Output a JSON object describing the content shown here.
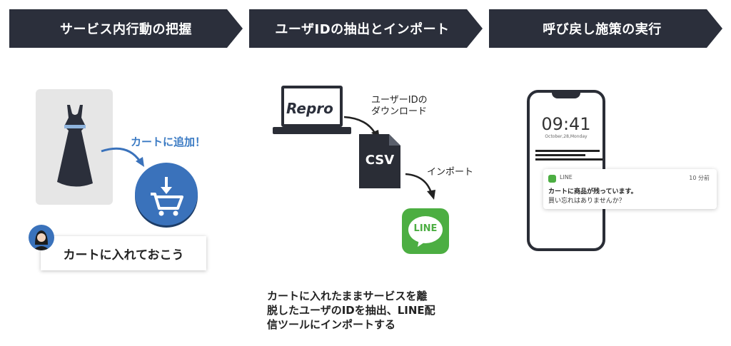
{
  "steps": [
    {
      "label": "サービス内行動の把握"
    },
    {
      "label": "ユーザIDの抽出とインポート"
    },
    {
      "label": "呼び戻し施策の実行"
    }
  ],
  "column1": {
    "add_to_cart_label": "カートに追加！",
    "bubble_text": "カートに入れておこう"
  },
  "column2": {
    "laptop_brand": "Repro",
    "download_label_line1": "ユーザーIDの",
    "download_label_line2": "ダウンロード",
    "csv_label": "CSV",
    "import_label": "インポート",
    "line_logo": "LINE",
    "description_lines": [
      "カートに入れたままサービスを離",
      "脱したユーザのIDを抽出、LINE配",
      "信ツールにインポートする"
    ]
  },
  "column3": {
    "lock_time": "09:41",
    "lock_date": "October,28,Monday",
    "notification": {
      "app": "LINE",
      "ago": "10 分前",
      "title": "カートに商品が残っています。",
      "body": "買い忘れはありませんか？"
    }
  },
  "colors": {
    "header_bg": "#2b2f3b",
    "accent_blue": "#3a72bb",
    "line_green": "#4cae42"
  }
}
